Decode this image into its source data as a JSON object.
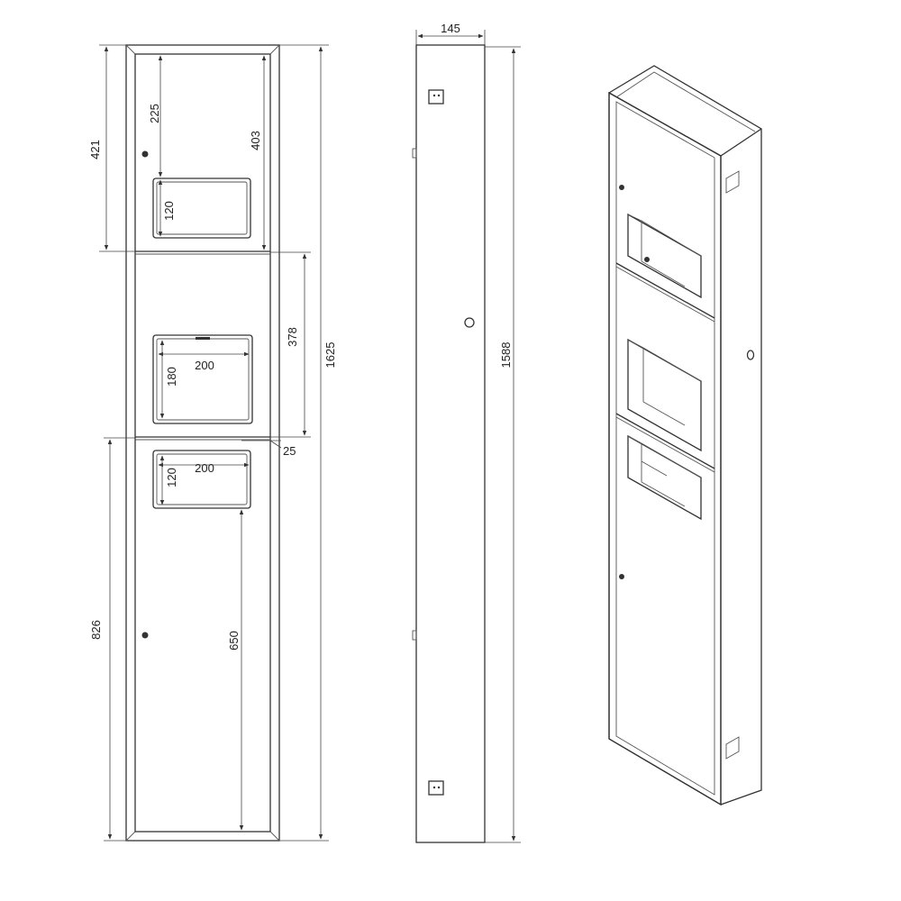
{
  "front_view": {
    "dims": {
      "d421": "421",
      "d225": "225",
      "d403": "403",
      "d120a": "120",
      "d378": "378",
      "d1625": "1625",
      "d200a": "200",
      "d180": "180",
      "d25": "25",
      "d200b": "200",
      "d120b": "120",
      "d826": "826",
      "d650": "650"
    }
  },
  "side_view": {
    "dims": {
      "d145": "145",
      "d1588": "1588"
    }
  },
  "colors": {
    "line": "#333333",
    "background": "#ffffff"
  }
}
